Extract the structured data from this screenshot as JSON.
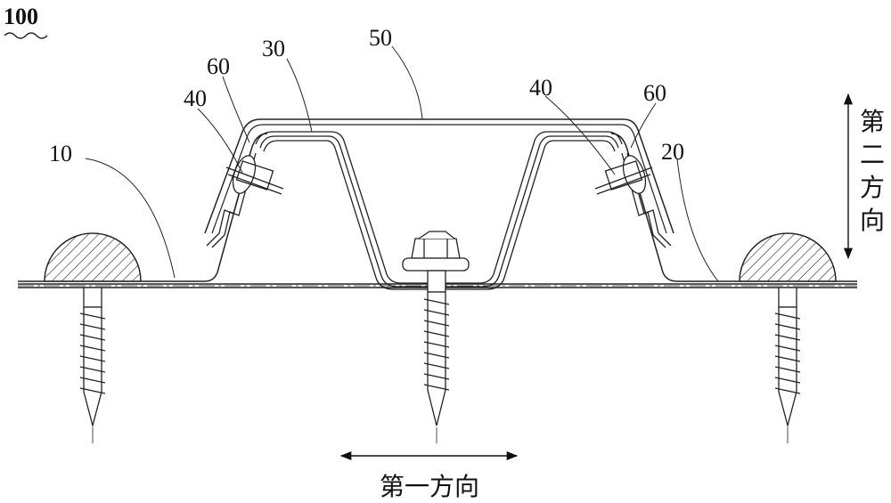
{
  "figure_number": "100",
  "labels": {
    "l10": "10",
    "l20": "20",
    "l30": "30",
    "l40_left": "40",
    "l40_right": "40",
    "l50": "50",
    "l60_left": "60",
    "l60_right": "60"
  },
  "directions": {
    "first": "第一方向",
    "second": [
      "第",
      "二",
      "方",
      "向"
    ]
  }
}
